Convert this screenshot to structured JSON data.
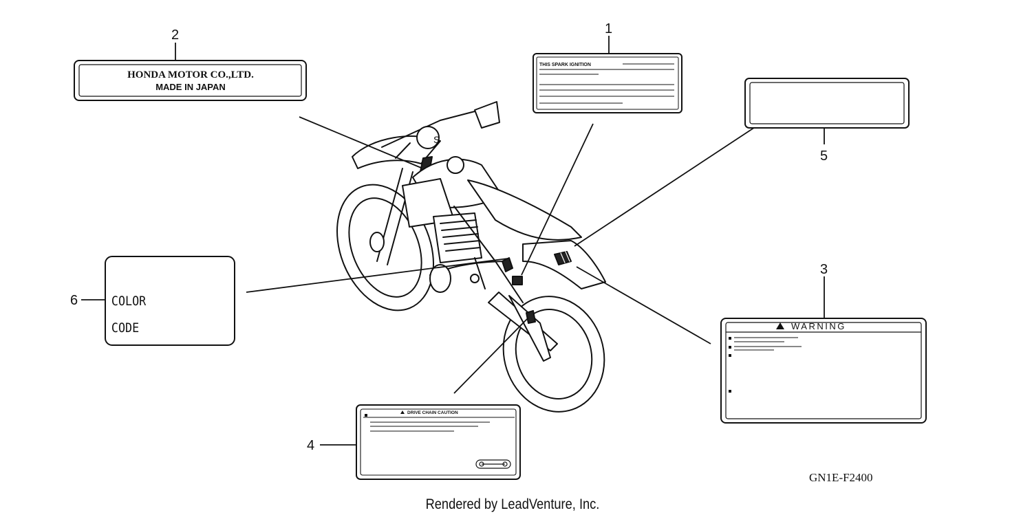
{
  "callouts": {
    "c1": "1",
    "c2": "2",
    "c3": "3",
    "c4": "4",
    "c5": "5",
    "c6": "6"
  },
  "label_maker": {
    "line1": "HONDA MOTOR CO.,LTD.",
    "line2": "MADE IN JAPAN"
  },
  "label_emission": {
    "title": "THIS SPARK IGNITION"
  },
  "label_warning": {
    "title": "WARNING"
  },
  "label_chain": {
    "title": "DRIVE CHAIN CAUTION"
  },
  "label_color": {
    "line1": "COLOR",
    "line2": "CODE"
  },
  "diagram_code": "GN1E-F2400",
  "footer": "Rendered by LeadVenture, Inc."
}
